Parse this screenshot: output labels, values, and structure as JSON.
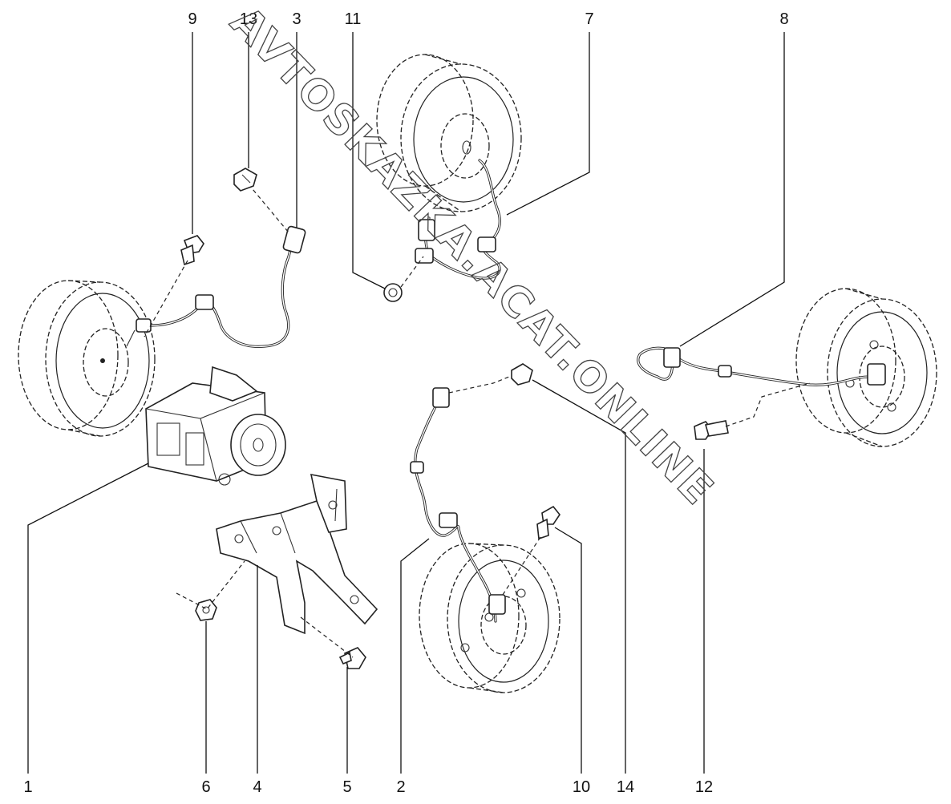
{
  "diagram": {
    "callouts": {
      "c1": "1",
      "c2": "2",
      "c3": "3",
      "c4": "4",
      "c5": "5",
      "c6": "6",
      "c7": "7",
      "c8": "8",
      "c9": "9",
      "c10": "10",
      "c11": "11",
      "c12": "12",
      "c13": "13",
      "c14": "14"
    },
    "watermark": "AVTOSKAZKA.ACAT.ONLINE"
  }
}
